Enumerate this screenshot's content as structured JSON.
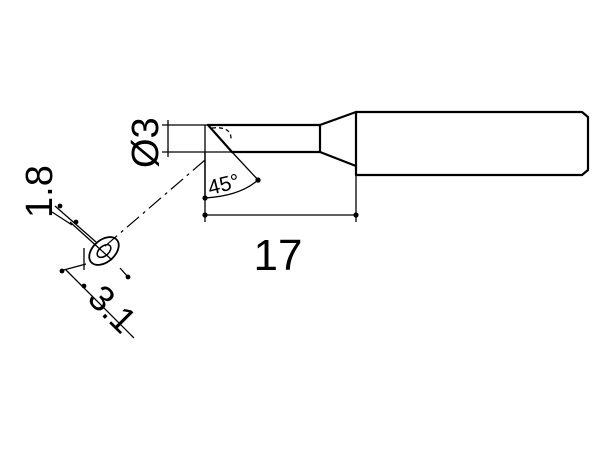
{
  "diagram": {
    "dimensions": {
      "diameter": "Ø3",
      "length": "17",
      "angle": "45°",
      "tip_width": "1.8",
      "tip_length": "3.1"
    },
    "colors": {
      "line": "#000000",
      "background": "#ffffff"
    }
  }
}
